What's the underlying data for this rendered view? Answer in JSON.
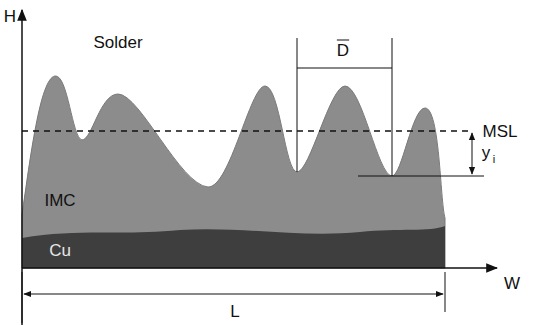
{
  "diagram": {
    "labels": [
      "H",
      "Solder",
      "IMC",
      "Cu",
      "W",
      "MSL",
      "D",
      "y",
      "i",
      "L"
    ]
  }
}
